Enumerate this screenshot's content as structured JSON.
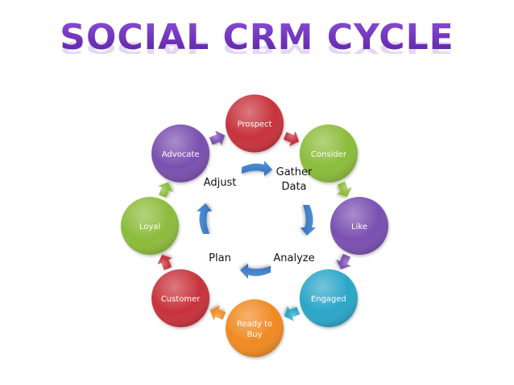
{
  "title": "SOCIAL CRM CYCLE",
  "nodes": [
    {
      "label": "Prospect",
      "color": "#c8303a"
    },
    {
      "label": "Consider",
      "color": "#8cbc3a"
    },
    {
      "label": "Like",
      "color": "#7a4fb0"
    },
    {
      "label": "Engaged",
      "color": "#2aa6c8"
    },
    {
      "label": "Ready to Buy",
      "color": "#f08a20"
    },
    {
      "label": "Customer",
      "color": "#c8303a"
    },
    {
      "label": "Loyal",
      "color": "#8cbc3a"
    },
    {
      "label": "Advocate",
      "color": "#7a4fb0"
    }
  ],
  "inner_cycle": {
    "labels": [
      "Gather Data",
      "Analyze",
      "Plan",
      "Adjust"
    ],
    "arrow_color": "#3a7cc8"
  }
}
